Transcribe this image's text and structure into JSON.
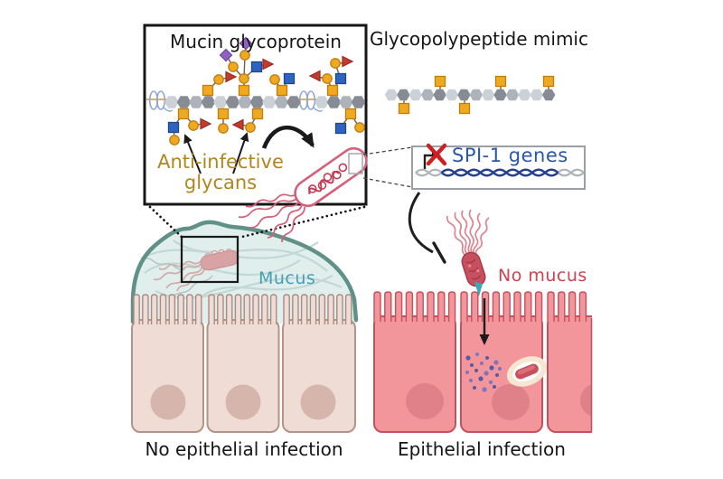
{
  "mucin_panel": {
    "title": "Mucin glycoprotein",
    "annotation_line1": "Anti-infective",
    "annotation_line2": "glycans",
    "annotation_color": "#b1861e"
  },
  "mimic_panel": {
    "title": "Glycopolypeptide mimic"
  },
  "spi1_callout": {
    "label": "SPI-1 genes",
    "label_color": "#2b57a7",
    "repression_x_color": "#cf1f1f"
  },
  "left_scene": {
    "mucus_label": "Mucus",
    "mucus_label_color": "#45a0b5",
    "caption": "No epithelial infection"
  },
  "right_scene": {
    "no_mucus_label": "No mucus",
    "no_mucus_label_color": "#d5404f",
    "caption": "Epithelial infection"
  },
  "glycan_symbols": [
    {
      "name": "yellow-square",
      "color": "#efa91f"
    },
    {
      "name": "yellow-circle",
      "color": "#efa91f"
    },
    {
      "name": "blue-square",
      "color": "#2e64c0"
    },
    {
      "name": "red-triangle",
      "color": "#c23b2e"
    },
    {
      "name": "purple-diamond",
      "color": "#9061c2"
    }
  ],
  "palette": {
    "backbone_gray_light": "#ccd1d7",
    "backbone_gray_mid": "#aeb3ba",
    "backbone_gray_dark": "#878c94",
    "mucus_fill": "#e0eeec",
    "mucus_outline": "#5f9189",
    "healthy_cell": "#efddd5",
    "healthy_cell_outline": "#a98c83",
    "healthy_nucleus": "#d6b6ac",
    "infected_cell": "#f2969b",
    "infected_cell_outline": "#c6505c",
    "infected_nucleus": "#e0818a",
    "bacterium_outline_pink": "#d5607a",
    "bacterium_body_red": "#c6505e",
    "dna_navy": "#24408e",
    "dna_gray": "#b0b4ba",
    "needle_teal": "#3aa7b8",
    "effector_dot_blue": "#565ba5"
  }
}
